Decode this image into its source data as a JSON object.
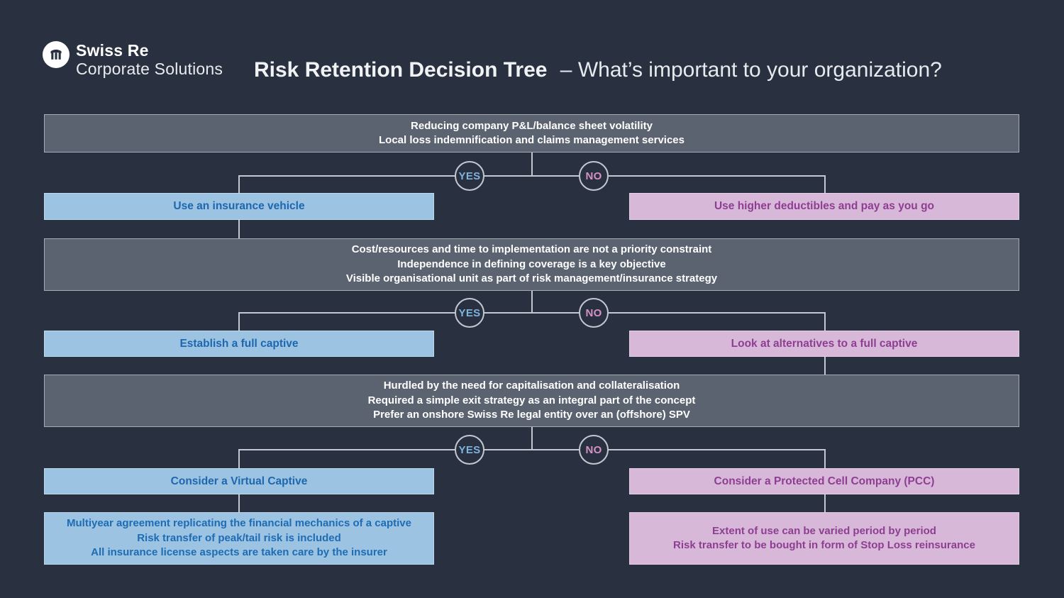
{
  "brand": {
    "name": "Swiss Re",
    "subtitle": "Corporate Solutions",
    "logo_icon": "swiss-re-parasol-icon"
  },
  "title": {
    "bold": "Risk Retention Decision Tree",
    "rest": "– What’s important to your organization?"
  },
  "labels": {
    "yes": "YES",
    "no": "NO"
  },
  "colors": {
    "background": "#293140",
    "question_box": "#5b6370",
    "question_border": "#a6abb4",
    "yes_branch_fill": "#9cc3e2",
    "yes_branch_text": "#1d67ae",
    "no_branch_fill": "#d8b8d9",
    "no_branch_text": "#8e3e92",
    "connector_line": "#c3c8d0",
    "yes_label": "#7fb2dd",
    "no_label": "#d691c6"
  },
  "tree": {
    "levels": [
      {
        "question": [
          "Reducing company P&L/balance sheet volatility",
          "Local loss indemnification and claims management services"
        ],
        "yes_answer": "Use an insurance vehicle",
        "no_answer": "Use higher deductibles and pay as you go"
      },
      {
        "question": [
          "Cost/resources and time to implementation are not a priority constraint",
          "Independence in defining coverage is a key objective",
          "Visible organisational unit as part of risk management/insurance strategy"
        ],
        "yes_answer": "Establish a full captive",
        "no_answer": "Look at alternatives to a full captive"
      },
      {
        "question": [
          "Hurdled by the need for capitalisation and collateralisation",
          "Required a simple exit strategy as an integral part of the concept",
          "Prefer an onshore Swiss Re legal entity over an (offshore) SPV"
        ],
        "yes_answer": "Consider a Virtual Captive",
        "no_answer": "Consider a Protected Cell Company (PCC)"
      }
    ],
    "details": {
      "yes": [
        "Multiyear agreement replicating the financial mechanics of a captive",
        "Risk transfer of peak/tail risk is included",
        "All insurance license aspects are taken care by the insurer"
      ],
      "no": [
        "Extent of use can be varied period by period",
        "Risk transfer to be bought in form of Stop Loss reinsurance"
      ]
    }
  }
}
